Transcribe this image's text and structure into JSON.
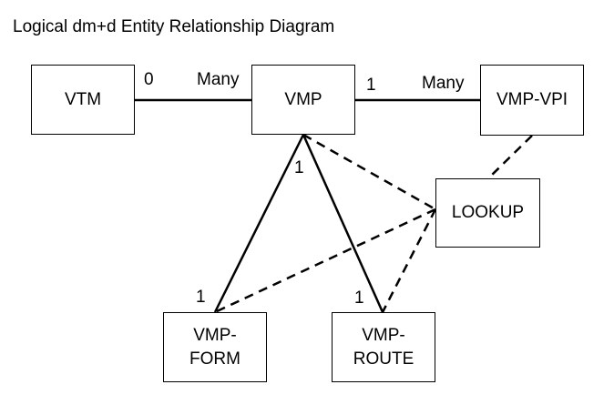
{
  "diagram": {
    "title": "Logical dm+d Entity Relationship Diagram",
    "entities": {
      "vtm": "VTM",
      "vmp": "VMP",
      "vmp_vpi": "VMP-VPI",
      "lookup": "LOOKUP",
      "vmp_form": "VMP-\nFORM",
      "vmp_route": "VMP-\nROUTE"
    },
    "cardinality": {
      "vtm_end": "0",
      "vmp_end_from_vtm": "Many",
      "vmp_end_to_vpi": "1",
      "vpi_end": "Many",
      "vmp_end_below": "1",
      "form_end": "1",
      "route_end": "1"
    },
    "line_styles": {
      "solid": "solid",
      "dashed": "dashed"
    }
  }
}
